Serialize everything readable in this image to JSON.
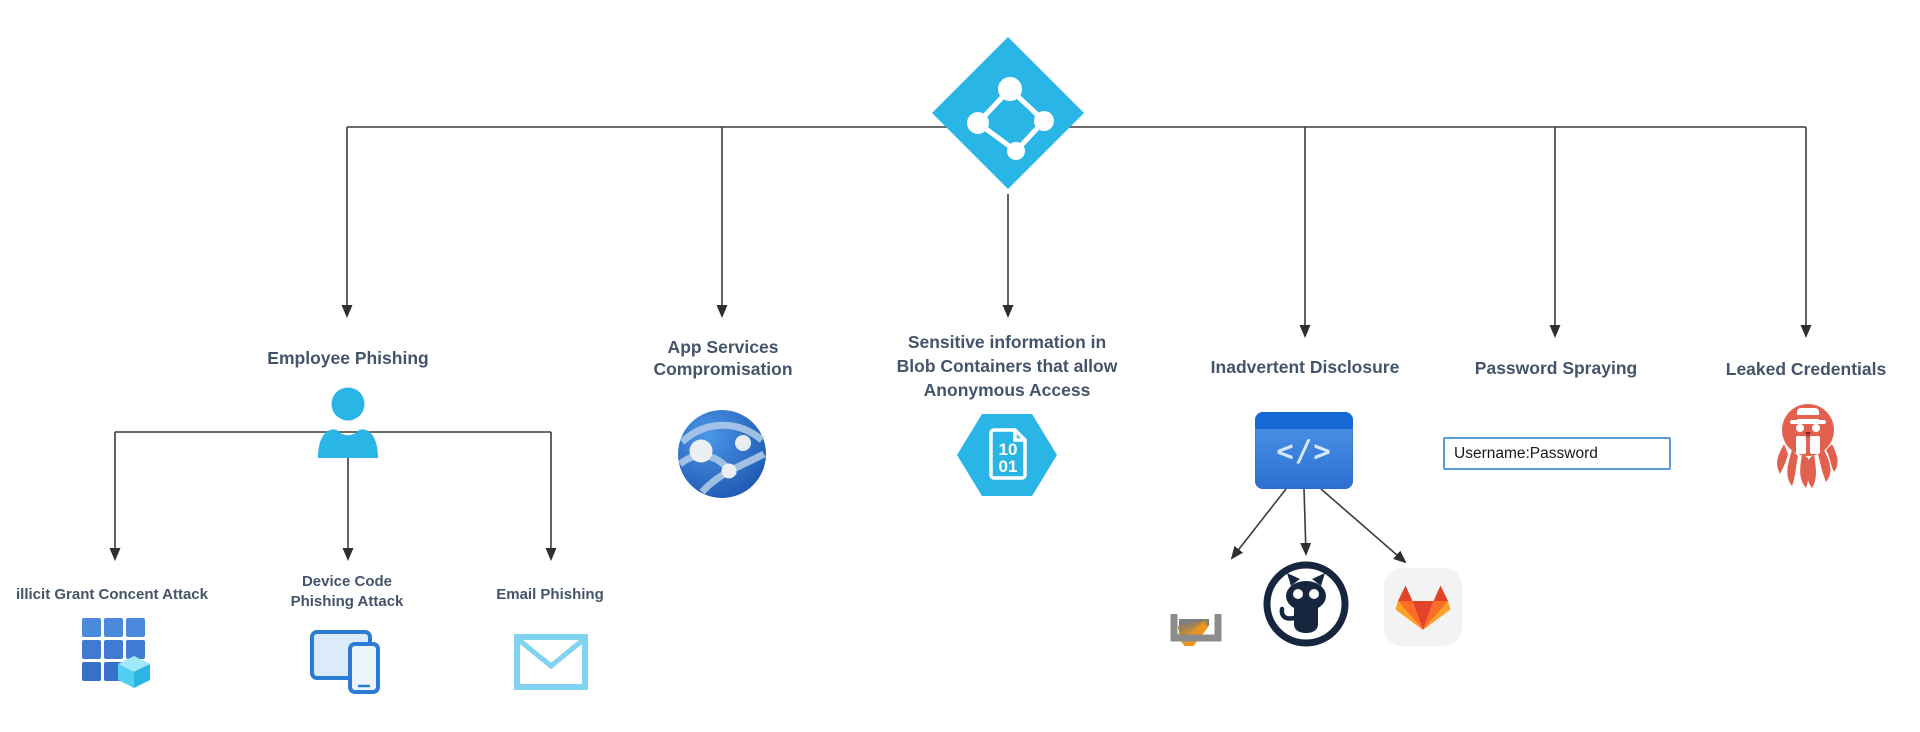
{
  "diagram_type": "threat-attack-tree",
  "colors": {
    "accent_cyan": "#29B6E6",
    "label_text": "#44546A",
    "connector": "#3C3C3C",
    "input_border": "#5B9BD5",
    "globe_blue": "#2d6fc9",
    "octopus_red": "#E2614E",
    "stackoverflow_orange": "#F2931D",
    "github_navy": "#17263F",
    "gitlab_red": "#E24329",
    "gitlab_orange": "#FC6D26",
    "gitlab_yellow": "#FCA326"
  },
  "root": {
    "icon": "azure-active-directory-icon"
  },
  "nodes": {
    "employee_phishing": {
      "label_lines": [
        "Employee Phishing"
      ],
      "icon": "person-icon"
    },
    "app_services": {
      "label_lines": [
        "App Services",
        "Compromisation"
      ],
      "icon": "app-service-globe-icon"
    },
    "blob_anonymous": {
      "label_lines": [
        "Sensitive information in",
        "Blob Containers that allow",
        "Anonymous Access"
      ],
      "icon": "blob-binary-document-hexagon-icon"
    },
    "inadvertent": {
      "label_lines": [
        "Inadvertent Disclosure"
      ],
      "icon": "code-window-icon"
    },
    "password_spraying": {
      "label_lines": [
        "Password Spraying"
      ],
      "input": {
        "value": "Username:Password"
      }
    },
    "leaked_credentials": {
      "label_lines": [
        "Leaked Credentials"
      ],
      "icon": "spy-octopus-icon"
    },
    "illicit_grant": {
      "label_lines": [
        "illicit Grant Concent Attack"
      ],
      "icon": "app-grid-cube-icon"
    },
    "device_code": {
      "label_lines": [
        "Device Code",
        "Phishing Attack"
      ],
      "icon": "tablet-phone-devices-icon"
    },
    "email_phishing": {
      "label_lines": [
        "Email Phishing"
      ],
      "icon": "envelope-icon"
    },
    "disclosure_targets": {
      "icons": [
        "stack-overflow-icon",
        "github-icon",
        "gitlab-icon"
      ]
    }
  },
  "glyphs": {
    "code": "</>",
    "binary_line1": "10",
    "binary_line2": "01"
  }
}
